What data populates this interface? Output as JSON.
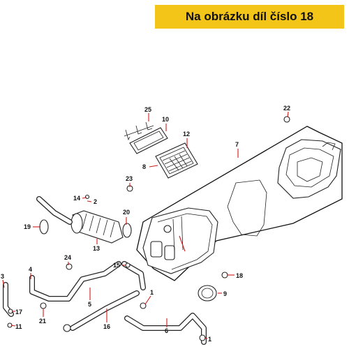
{
  "header": {
    "text": "Na obrázku díl číslo 18"
  },
  "parts": {
    "p1a": "1",
    "p1b": "1",
    "p2": "2",
    "p3": "3",
    "p4": "4",
    "p5": "5",
    "p6": "6",
    "p7": "7",
    "p8": "8",
    "p9": "9",
    "p10": "10",
    "p11": "11",
    "p12": "12",
    "p13": "13",
    "p14": "14",
    "p15": "15",
    "p16": "16",
    "p17": "17",
    "p18": "18",
    "p19": "19",
    "p20": "20",
    "p21": "21",
    "p22": "22",
    "p23": "23",
    "p24": "24",
    "p25": "25"
  },
  "colors": {
    "banner": "#f3c518",
    "leader": "#d11a1a",
    "line": "#222222"
  }
}
